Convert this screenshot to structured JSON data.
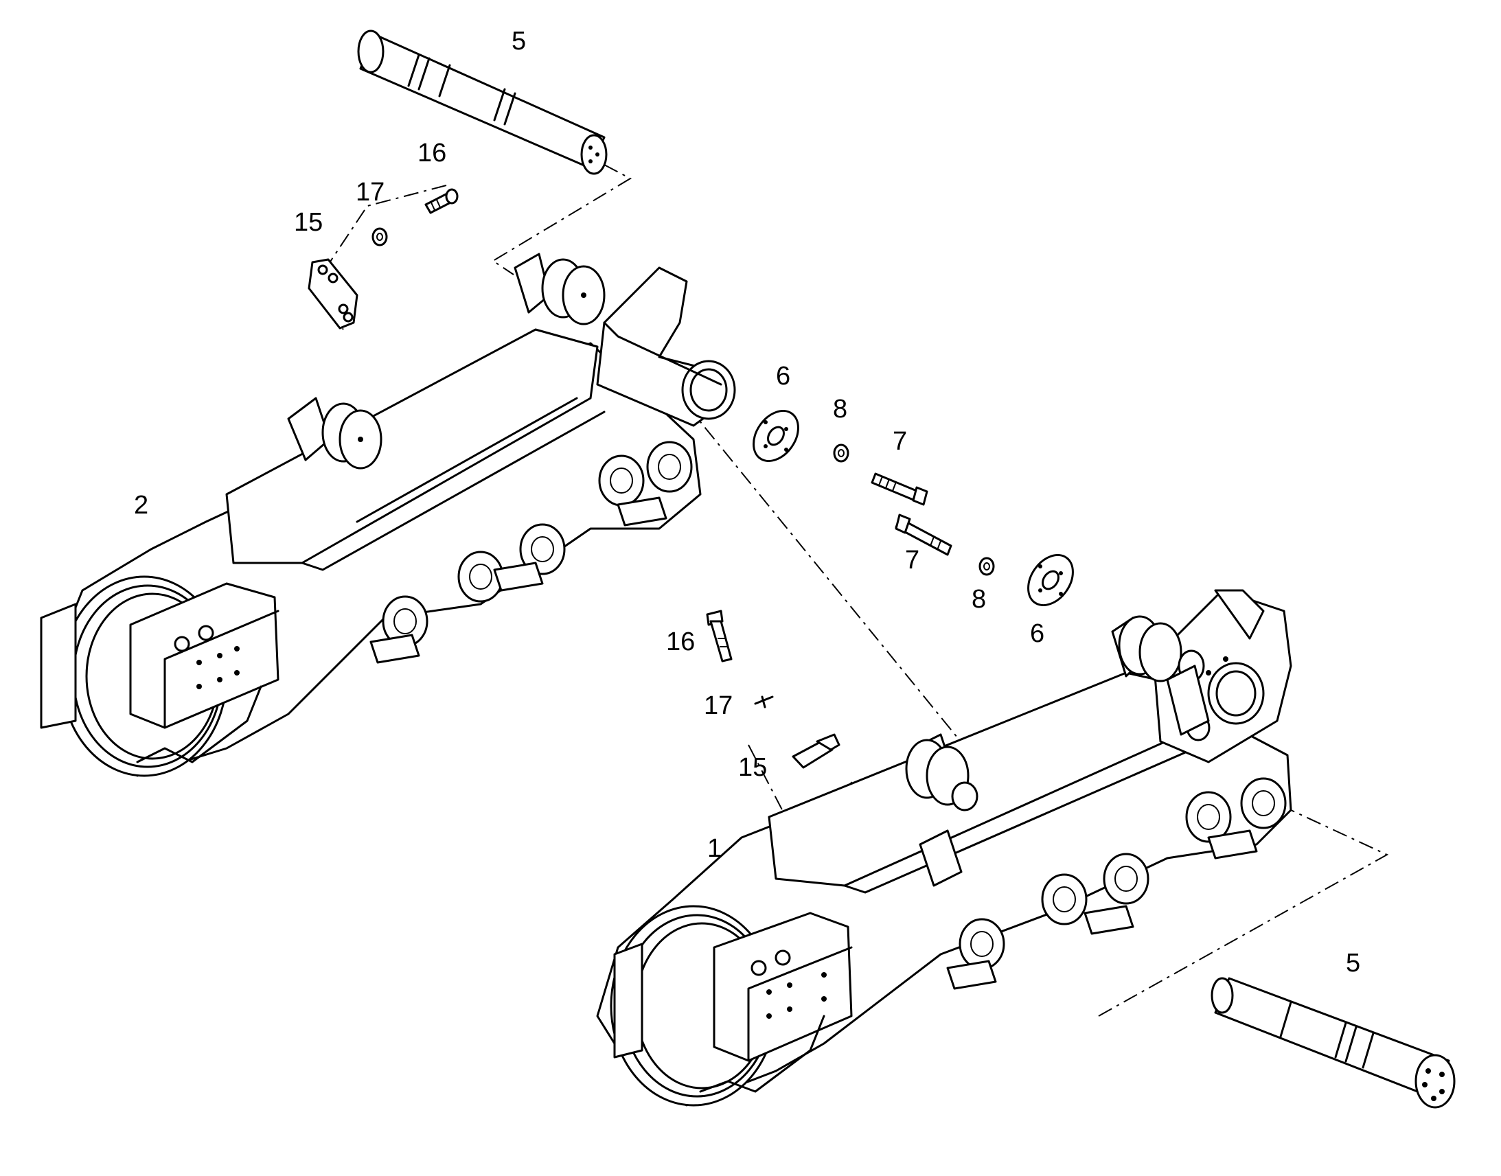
{
  "diagram": {
    "callouts": {
      "part_1": "1",
      "part_2": "2",
      "part_5_top": "5",
      "part_5_bottom": "5",
      "part_6_top": "6",
      "part_6_bottom": "6",
      "part_7_top": "7",
      "part_7_bottom": "7",
      "part_8_top": "8",
      "part_8_bottom": "8",
      "part_15_top": "15",
      "part_15_bottom": "15",
      "part_16_top": "16",
      "part_16_bottom": "16",
      "part_17_top": "17",
      "part_17_bottom": "17"
    }
  }
}
